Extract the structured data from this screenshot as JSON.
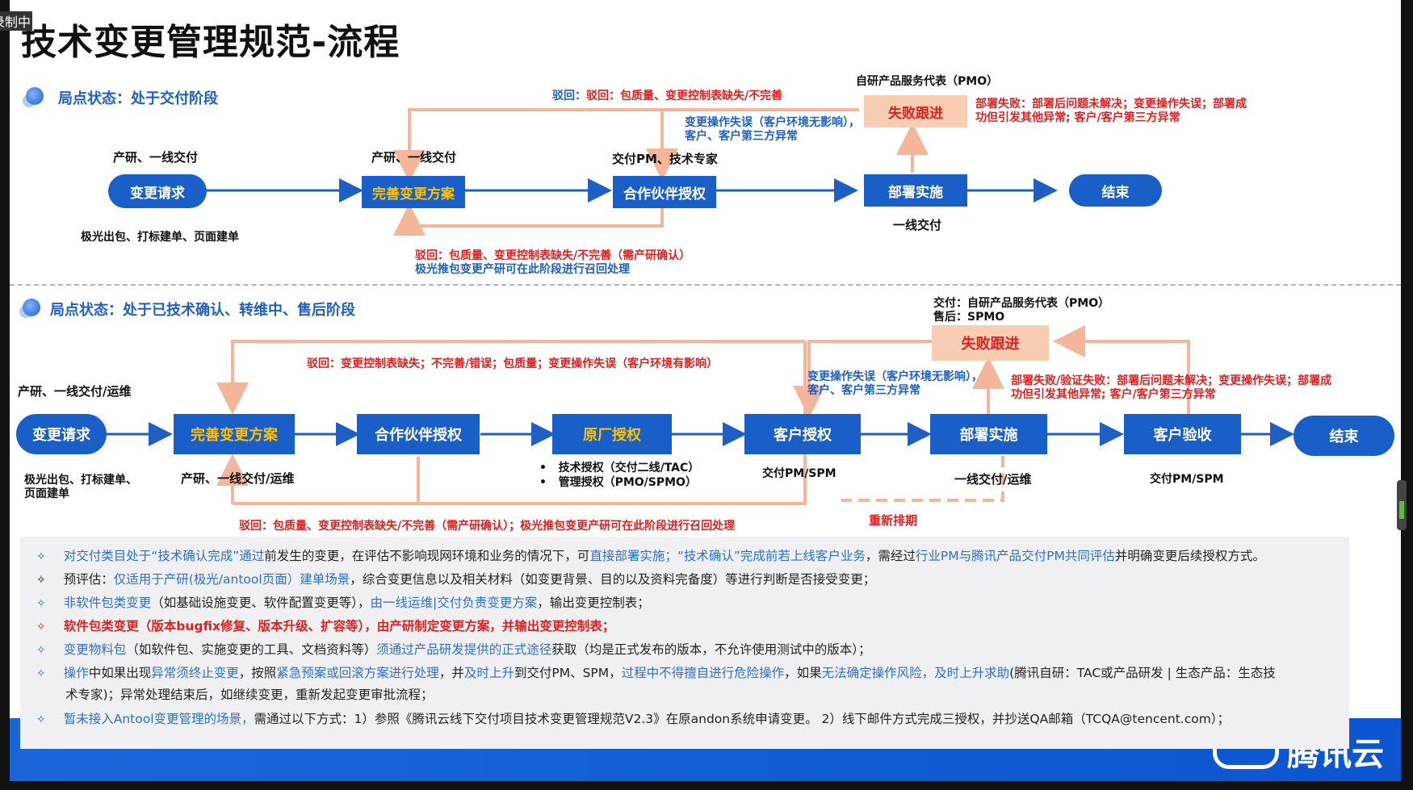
{
  "recording_label": "录制中",
  "title": "技术变更管理规范-流程",
  "section1": {
    "header": "局点状态：处于交付阶段",
    "nodes": {
      "start": "变更请求",
      "plan": "完善变更方案",
      "auth": "合作伙伴授权",
      "deploy": "部署实施",
      "fail": "失败跟进",
      "end": "结束"
    },
    "labels": {
      "start_top": "产研、一线交付",
      "start_bottom": "极光出包、打标建单、页面建单",
      "plan_top": "产研、一线交付",
      "auth_top": "交付PM、技术专家",
      "deploy_bottom": "一线交付",
      "fail_top": "自研产品服务代表（PMO）"
    },
    "reject_top": "驳回：包质量、变更控制表缺失/不完善",
    "reject_bottom_1": "驳回：包质量、变更控制表缺失/不完善（需产研确认）",
    "reject_bottom_2": "极光推包变更产研可在此阶段进行召回处理",
    "op_err_1": "变更操作失误（客户环境无影响），",
    "op_err_2": "客户、客户第三方异常",
    "deploy_fail_1": "部署失败：部署后问题未解决；变更操作失误；部署成",
    "deploy_fail_2": "功但引发其他异常; 客户/客户第三方异常"
  },
  "section2": {
    "header": "局点状态：处于已技术确认、转维中、售后阶段",
    "nodes": {
      "start": "变更请求",
      "plan": "完善变更方案",
      "partner": "合作伙伴授权",
      "vendor": "原厂授权",
      "customer": "客户授权",
      "deploy": "部署实施",
      "accept": "客户验收",
      "fail": "失败跟进",
      "end": "结束"
    },
    "labels": {
      "start_top": "产研、一线交付/运维",
      "start_bottom_1": "极光出包、打标建单、",
      "start_bottom_2": "页面建单",
      "plan_bottom": "产研、一线交付/运维",
      "vendor_b1": "技术授权（交付二线/TAC）",
      "vendor_b2": "管理授权（PMO/SPMO）",
      "customer_bottom": "交付PM/SPM",
      "deploy_bottom": "一线交付/运维",
      "accept_bottom": "交付PM/SPM",
      "fail_top_1": "交付：自研产品服务代表（PMO）",
      "fail_top_2": "售后：SPMO"
    },
    "reject_top": "驳回：变更控制表缺失；不完善/错误；包质量；变更操作失误（客户环境有影响）",
    "reject_bottom": "驳回：包质量、变更控制表缺失/不完善（需产研确认）；极光推包变更产研可在此阶段进行召回处理",
    "op_err_1": "变更操作失误（客户环境无影响），",
    "op_err_2": "客户、客户第三方异常",
    "deploy_fail_1": "部署失败/验证失败：部署后问题未解决；变更操作失误；部署成",
    "deploy_fail_2": "功但引发其他异常; 客户/客户第三方异常",
    "reschedule": "重新排期"
  },
  "notes": {
    "n1": [
      "对交付类目处于“技术确认完成”通过",
      "前发生的变更，在评估不影响现网环境和业务的情况下，可",
      "直接部署实施",
      "；“技术确认”完成前若上线客户业务",
      "，需经过",
      "行业PM与腾讯产品交付PM共同评估",
      "并明确变更后续授权方式。"
    ],
    "n2": [
      "预评估：",
      "仅适用于产研(极光/antool页面）建单场景",
      "，综合变更信息以及相关材料（如变更背景、目的以及资料完备度）等进行判断是否接受变更；"
    ],
    "n3": [
      "非软件包类变更",
      "（如基础设施变更、软件配置变更等），",
      "由一线运维|交付负责变更方案",
      "，输出变更控制表；"
    ],
    "n4": "软件包类变更（版本bugfix修复、版本升级、扩容等），由产研制定变更方案，并输出变更控制表；",
    "n5": [
      "变更物料包",
      "（如软件包、实施变更的工具、文档资料等）",
      "须通过产品研发提供的正式途径",
      "获取（均是正式发布的版本，不允许使用测试中的版本）；"
    ],
    "n6": [
      "操作",
      "中如果出现",
      "异常须终止变更",
      "，按照",
      "紧急预案或回滚方案进行处理",
      "，并",
      "及时上升",
      "到交付PM、SPM，",
      "过程中不得擅自进行危险操作",
      "，如果",
      "无法确定操作风险，及时上升求助",
      "(腾讯自研：TAC或产品研发 | 生态产品：生态技"
    ],
    "n6b": "术专家)；异常处理结束后，如继续变更，重新发起变更审批流程；",
    "n7": [
      "暂未接入Antool变更管理的场景，",
      "需通过以下方式：1）参照《腾讯云线下交付项目技术变更管理规范V2.3》在原andon系统申请变更。 2）线下邮件方式完成三授权，并抄送QA邮箱（TCQA@tencent.com）；"
    ]
  },
  "logo_text": "腾讯云",
  "colors": {
    "node_blue": "#1a5fc8",
    "fail_bg": "#f9cdb4",
    "arrow_blue": "#1f5fc4",
    "loop_pink": "#f4b69a",
    "accent_red": "#e02020",
    "note_blue": "#2a6fd4"
  }
}
